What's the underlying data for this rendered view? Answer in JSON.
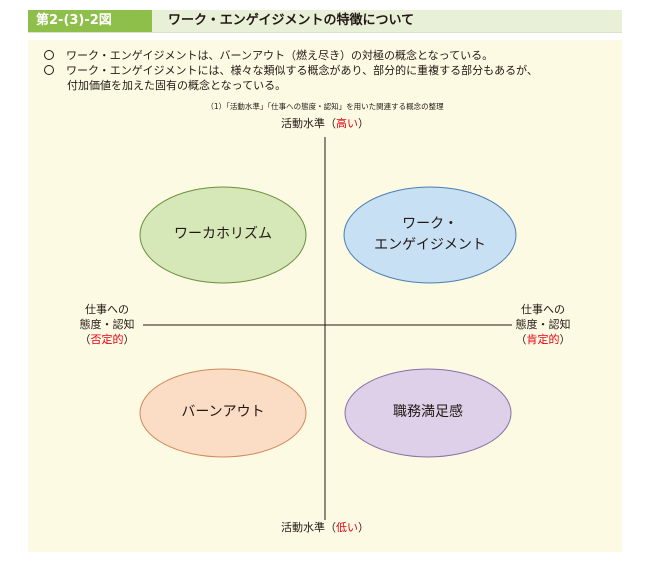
{
  "header": {
    "figure_label": "第2-(3)-2図",
    "title": "ワーク・エンゲイジメントの特徴について"
  },
  "bullets": [
    {
      "text": "ワーク・エンゲイジメントは、バーンアウト（燃え尽き）の対極の概念となっている。"
    },
    {
      "text": "ワーク・エンゲイジメントには、様々な類似する概念があり、部分的に重複する部分もあるが、",
      "continuation": "付加価値を加えた固有の概念となっている。"
    }
  ],
  "diagram": {
    "subtitle": "（1）「活動水準」「仕事への態度・認知」を用いた関連する概念の整理",
    "axis_top": {
      "main": "活動水準（",
      "accent": "高い",
      "close": "）"
    },
    "axis_bottom": {
      "main": "活動水準（",
      "accent": "低い",
      "close": "）"
    },
    "axis_left": {
      "line1": "仕事への",
      "line2": "態度・認知",
      "open": "（",
      "accent": "否定的",
      "close": "）"
    },
    "axis_right": {
      "line1": "仕事への",
      "line2": "態度・認知",
      "open": "（",
      "accent": "肯定的",
      "close": "）"
    },
    "quadrants": {
      "top_left": {
        "label": "ワーカホリズム",
        "fill": "#d6e8b8"
      },
      "top_right": {
        "label_line1": "ワーク・",
        "label_line2": "エンゲイジメント",
        "fill": "#c8e0f4"
      },
      "bottom_left": {
        "label": "バーンアウト",
        "fill": "#fbdcc4"
      },
      "bottom_right": {
        "label": "職務満足感",
        "fill": "#ddd0e8"
      }
    },
    "accent_color": "#e60012"
  }
}
